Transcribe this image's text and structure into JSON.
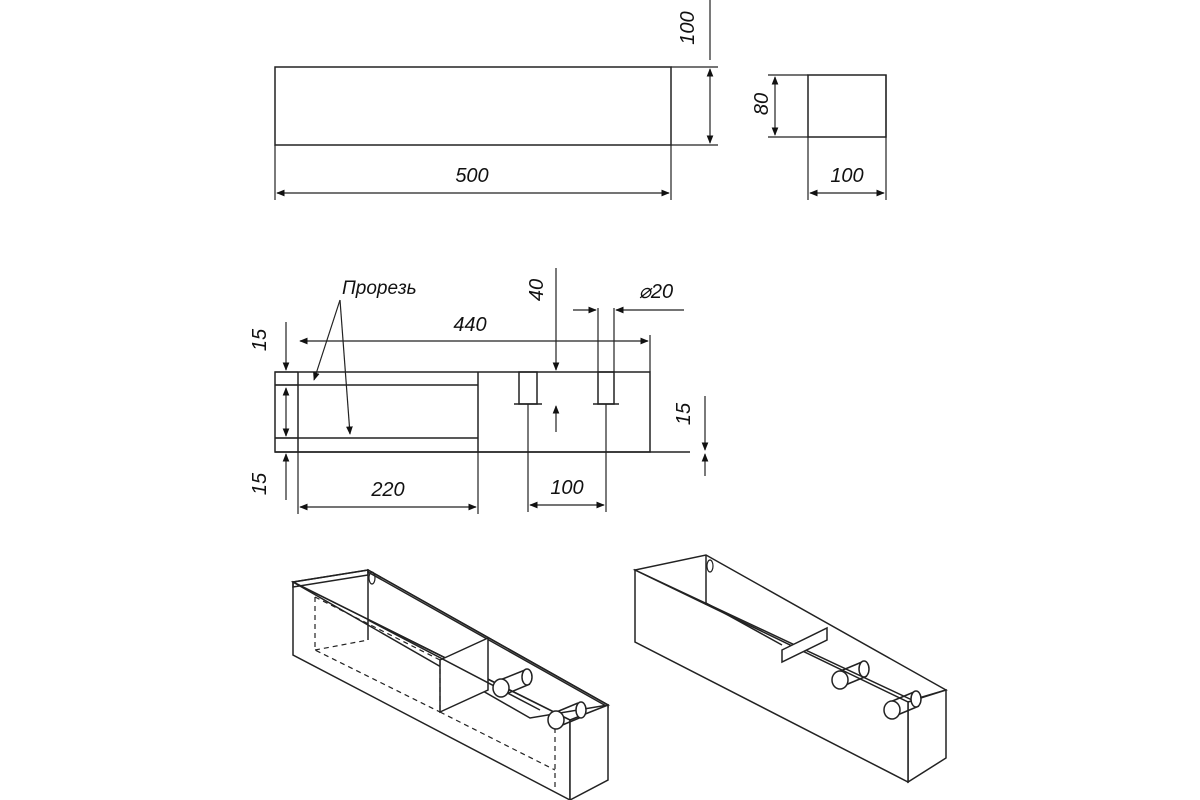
{
  "front_view": {
    "dim_length": "500",
    "dim_height": "100"
  },
  "side_view": {
    "dim_height": "80",
    "dim_width": "100"
  },
  "section_view": {
    "label_slot": "Прорезь",
    "dim_inner_length": "440",
    "dim_hook_height": "40",
    "dim_hook_diameter": "⌀20",
    "dim_slot_top": "15",
    "dim_slot_bottom": "15",
    "dim_right_gap": "15",
    "dim_compartment": "220",
    "dim_hook_spacing": "100"
  }
}
